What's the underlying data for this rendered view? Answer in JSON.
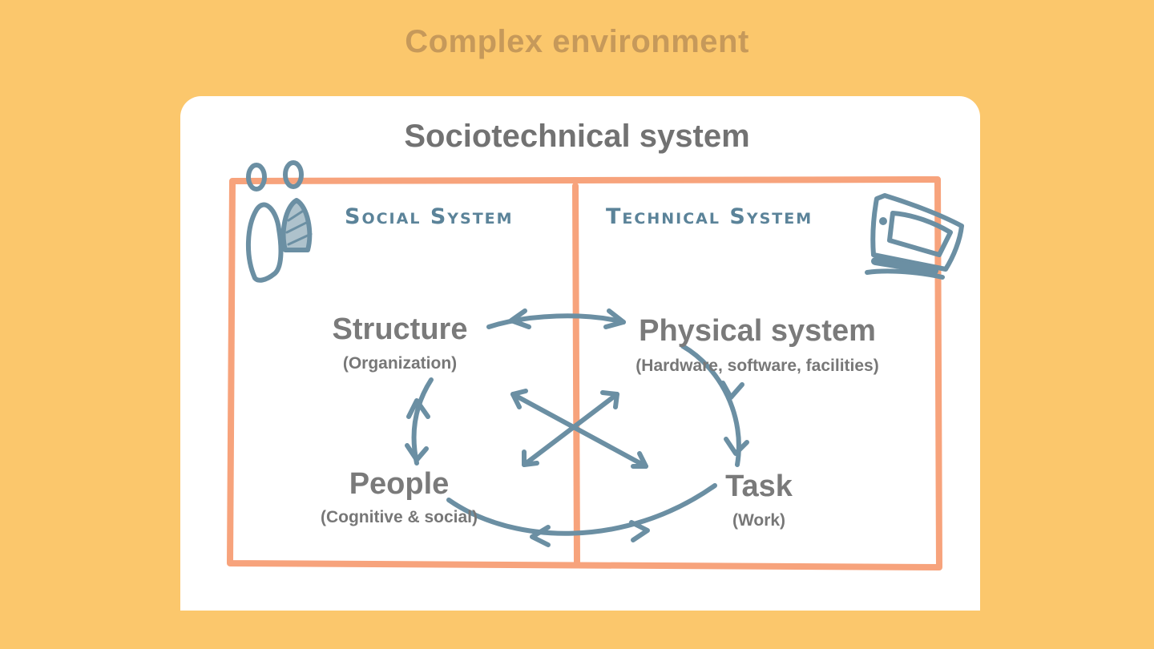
{
  "page_title": "Complex environment",
  "panel_title": "Sociotechnical system",
  "sections": {
    "social": "Social System",
    "technical": "Technical System"
  },
  "nodes": {
    "structure": {
      "label": "Structure",
      "sub": "(Organization)"
    },
    "physical": {
      "label": "Physical system",
      "sub": "(Hardware, software, facilities)"
    },
    "people": {
      "label": "People",
      "sub": "(Cognitive & social)"
    },
    "task": {
      "label": "Task",
      "sub": "(Work)"
    }
  },
  "icons": [
    "people-icon",
    "laptop-icon"
  ],
  "colors": {
    "background": "#fbc76c",
    "panel": "#ffffff",
    "frame": "#f7a37c",
    "arrows": "#6b8fa3",
    "text": "#777777",
    "page_title": "#c6995a"
  }
}
